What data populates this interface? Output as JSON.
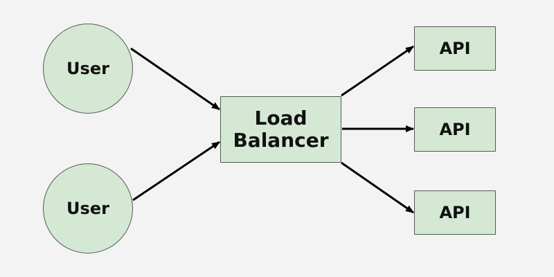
{
  "diagram": {
    "nodes": {
      "user_top": {
        "label": "User",
        "shape": "circle"
      },
      "user_bottom": {
        "label": "User",
        "shape": "circle"
      },
      "load_balancer": {
        "label_line1": "Load",
        "label_line2": "Balancer",
        "shape": "rectangle"
      },
      "api_1": {
        "label": "API",
        "shape": "rectangle"
      },
      "api_2": {
        "label": "API",
        "shape": "rectangle"
      },
      "api_3": {
        "label": "API",
        "shape": "rectangle"
      }
    },
    "edges": [
      {
        "from": "user_top",
        "to": "load_balancer"
      },
      {
        "from": "user_bottom",
        "to": "load_balancer"
      },
      {
        "from": "load_balancer",
        "to": "api_1"
      },
      {
        "from": "load_balancer",
        "to": "api_2"
      },
      {
        "from": "load_balancer",
        "to": "api_3"
      }
    ],
    "colors": {
      "background": "#f3f3f3",
      "node_fill": "#d5e8d4",
      "node_border": "#505a50",
      "edge": "#000000"
    }
  }
}
